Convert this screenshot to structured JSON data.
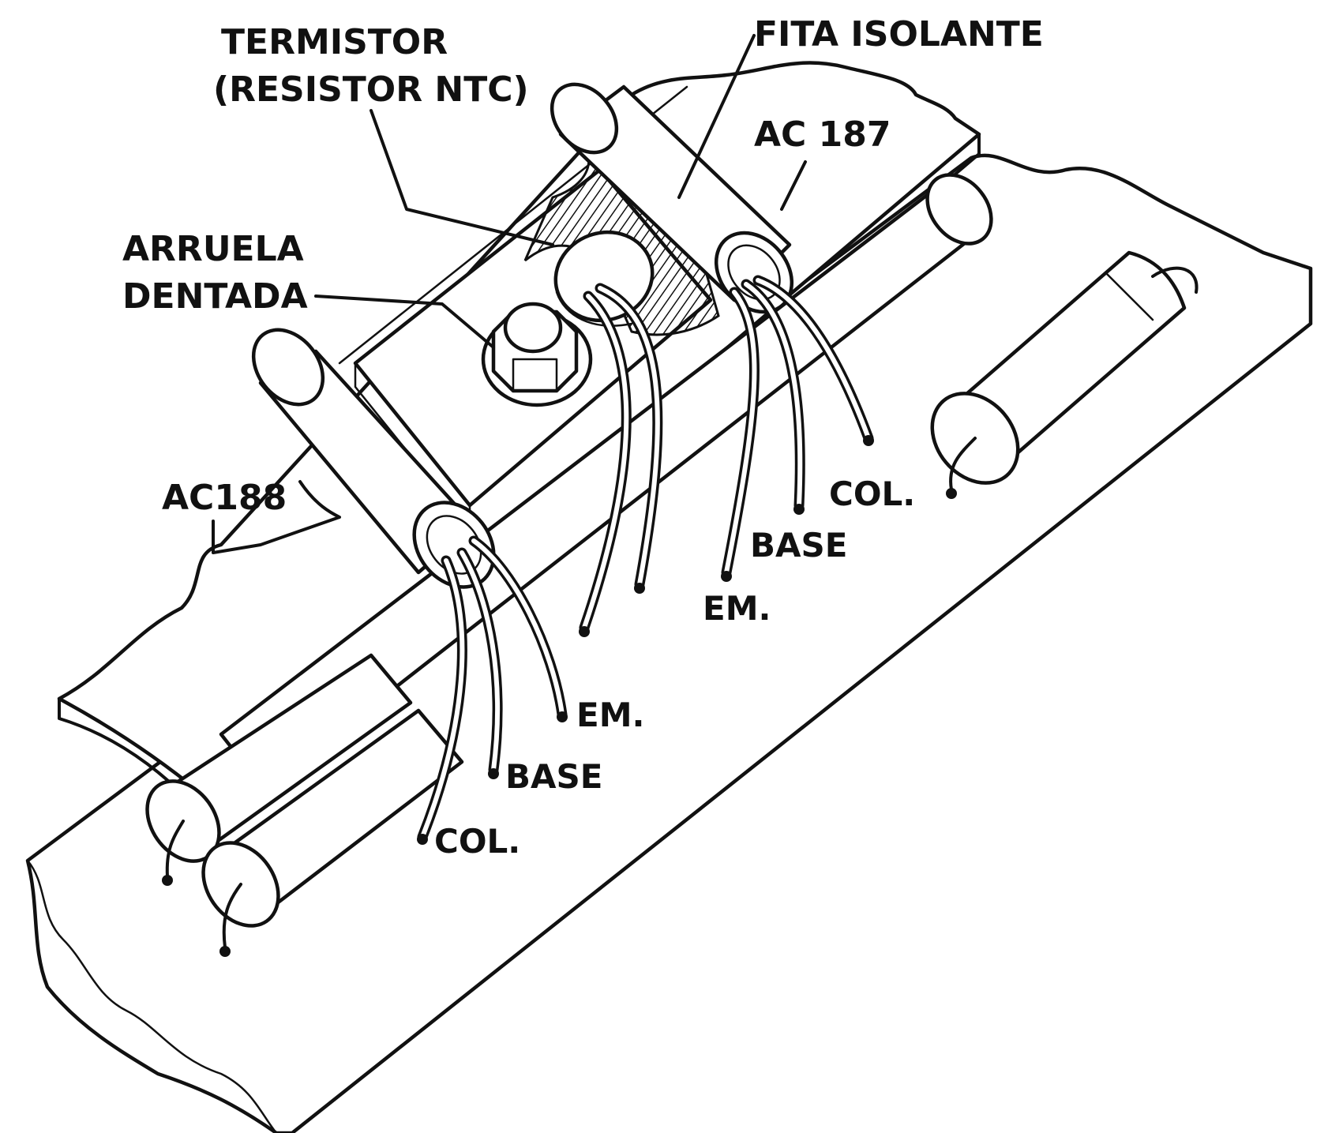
{
  "labels": {
    "termistor_line1": "TERMISTOR",
    "termistor_line2": "(RESISTOR NTC)",
    "fita_isolante": "FITA ISOLANTE",
    "ac187": "AC 187",
    "arruela_line1": "ARRUELA",
    "arruela_line2": "DENTADA",
    "ac188": "AC188",
    "ac187_col": "COL.",
    "ac187_base": "BASE",
    "ac187_em": "EM.",
    "ac188_em": "EM.",
    "ac188_base": "BASE",
    "ac188_col": "COL."
  },
  "colors": {
    "ink": "#111111",
    "paper": "#ffffff"
  }
}
